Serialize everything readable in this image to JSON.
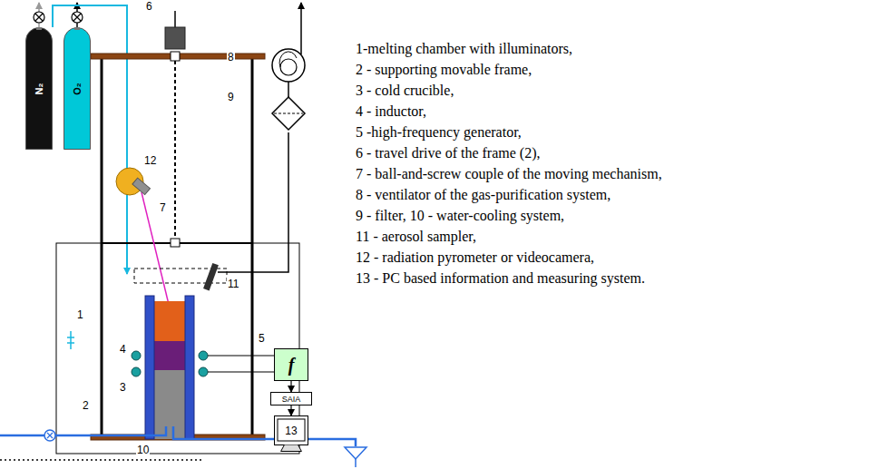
{
  "diagram": {
    "nodes": [
      {
        "text": [
          "N₂"
        ]
      },
      {
        "text": [
          "O₂"
        ]
      },
      {
        "text": [
          "f"
        ]
      },
      {
        "text": [
          "SAIA"
        ]
      },
      {
        "text": [
          "13"
        ]
      }
    ],
    "edges": [
      {
        "from": 2,
        "to": 3,
        "arrow": "to"
      },
      {
        "from": 3,
        "to": 4,
        "arrow": "to"
      }
    ],
    "labels": [
      "6",
      "8",
      "9",
      "12",
      "7",
      "11",
      "1",
      "5",
      "4",
      "3",
      "2",
      "10",
      "1-melting chamber with illuminators,",
      "2 - supporting movable frame,",
      "3 - cold crucible,",
      "4 - inductor,",
      "5 -high-frequency generator,",
      "6 - travel drive of the frame (2),",
      "7 - ball-and-screw couple of the moving mechanism,",
      "8 - ventilator of the gas-purification system,",
      "9 - filter, 10 - water-cooling system,",
      "11 - aerosol sampler,",
      "12 - radiation pyrometer or videocamera,",
      "13 - PC based information and measuring system."
    ]
  }
}
